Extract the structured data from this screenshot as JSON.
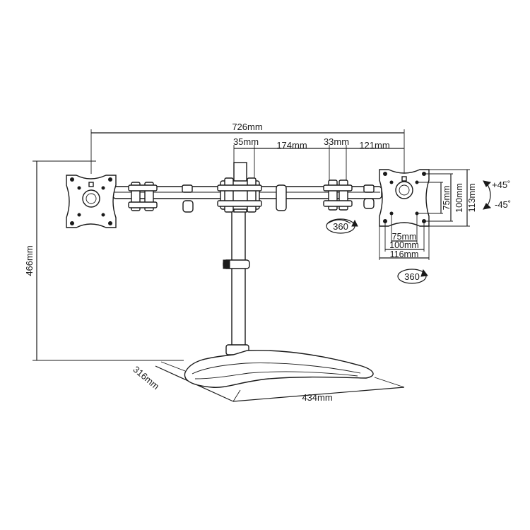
{
  "dimensions": {
    "total_width": "726mm",
    "pole_width": "35mm",
    "arm_segment": "174mm",
    "joint_width": "33mm",
    "arm_end": "121mm",
    "height": "466mm",
    "base_depth": "316mm",
    "base_width": "434mm",
    "vesa_75": "75mm",
    "vesa_100": "100mm",
    "vesa_113": "113mm",
    "plate_116": "116mm"
  },
  "rotation": {
    "swivel": "360",
    "tilt_up": "+45˚",
    "tilt_down": "-45˚"
  },
  "colors": {
    "line": "#1a1a1a",
    "background": "#ffffff"
  }
}
